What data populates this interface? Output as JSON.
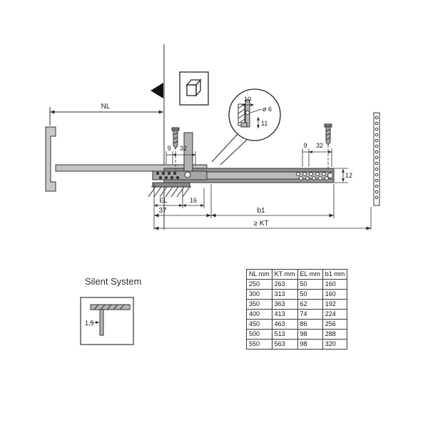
{
  "dims": {
    "nl": "NL",
    "left_nine": "9",
    "left_thirtytwo": "32",
    "right_nine": "9",
    "right_thirtytwo": "32",
    "twelve": "12",
    "detail_top": "10",
    "detail_dia": "ø 6",
    "detail_side": "11",
    "el": "EL",
    "sixteen": "16",
    "thirtyseven": "37",
    "b1": "b1",
    "kt": "≥ KT"
  },
  "silent": {
    "title": "Silent System",
    "thickness": "1,5"
  },
  "table": {
    "headers": [
      "NL mm",
      "KT mm",
      "EL mm",
      "b1 mm"
    ],
    "rows": [
      [
        "250",
        "263",
        "50",
        "160"
      ],
      [
        "300",
        "313",
        "50",
        "160"
      ],
      [
        "350",
        "363",
        "62",
        "192"
      ],
      [
        "400",
        "413",
        "74",
        "224"
      ],
      [
        "450",
        "463",
        "86",
        "256"
      ],
      [
        "500",
        "513",
        "98",
        "288"
      ],
      [
        "550",
        "563",
        "98",
        "320"
      ]
    ]
  },
  "colors": {
    "line": "#2b2b2b",
    "rail_light": "#c2c2c2",
    "rail_mid": "#b5b5b5",
    "rail_dark": "#949494"
  }
}
